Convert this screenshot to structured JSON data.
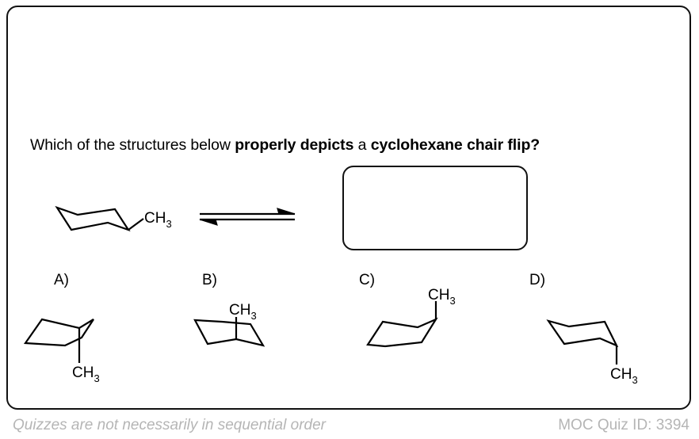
{
  "question": {
    "part1": "Which of the structures below ",
    "bold1": "properly depicts",
    "part2": " a ",
    "bold2": "cyclohexane chair flip?"
  },
  "substituent": {
    "base": "CH",
    "sub": "3"
  },
  "options": {
    "a": "A)",
    "b": "B)",
    "c": "C)",
    "d": "D)"
  },
  "footer": {
    "note": "Quizzes are not necessarily in sequential order",
    "quiz_id": "MOC Quiz ID: 3394"
  }
}
